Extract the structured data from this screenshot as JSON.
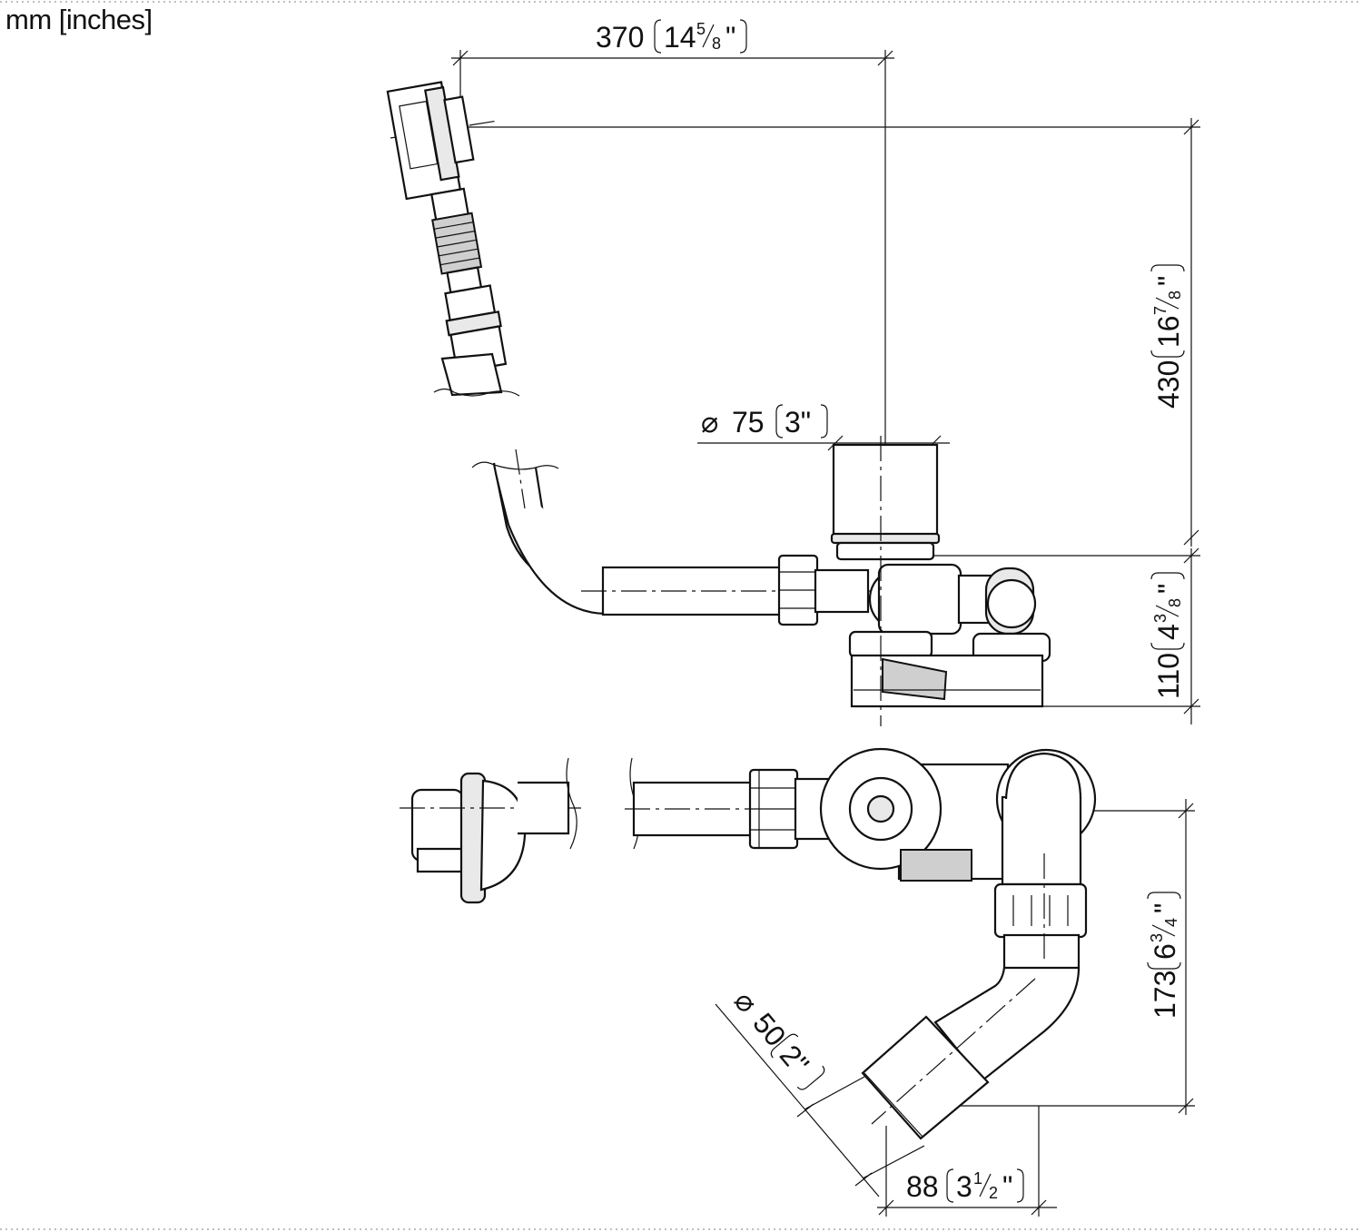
{
  "drawing": {
    "units_label": "mm [inches]",
    "dimensions": {
      "width_370": {
        "mm": "370",
        "inch_whole": "14",
        "inch_num": "5",
        "inch_den": "8"
      },
      "height_430": {
        "mm": "430",
        "inch_whole": "16",
        "inch_num": "7",
        "inch_den": "8"
      },
      "dia_75": {
        "symbol": "⌀",
        "mm": "75",
        "inch": "3\""
      },
      "height_110": {
        "mm": "110",
        "inch_whole": "4",
        "inch_num": "3",
        "inch_den": "8"
      },
      "height_173": {
        "mm": "173",
        "inch_whole": "6",
        "inch_num": "3",
        "inch_den": "4"
      },
      "dia_50": {
        "symbol": "⌀",
        "mm": "50",
        "inch": "2\""
      },
      "width_88": {
        "mm": "88",
        "inch_whole": "3",
        "inch_num": "1",
        "inch_den": "2"
      }
    }
  }
}
